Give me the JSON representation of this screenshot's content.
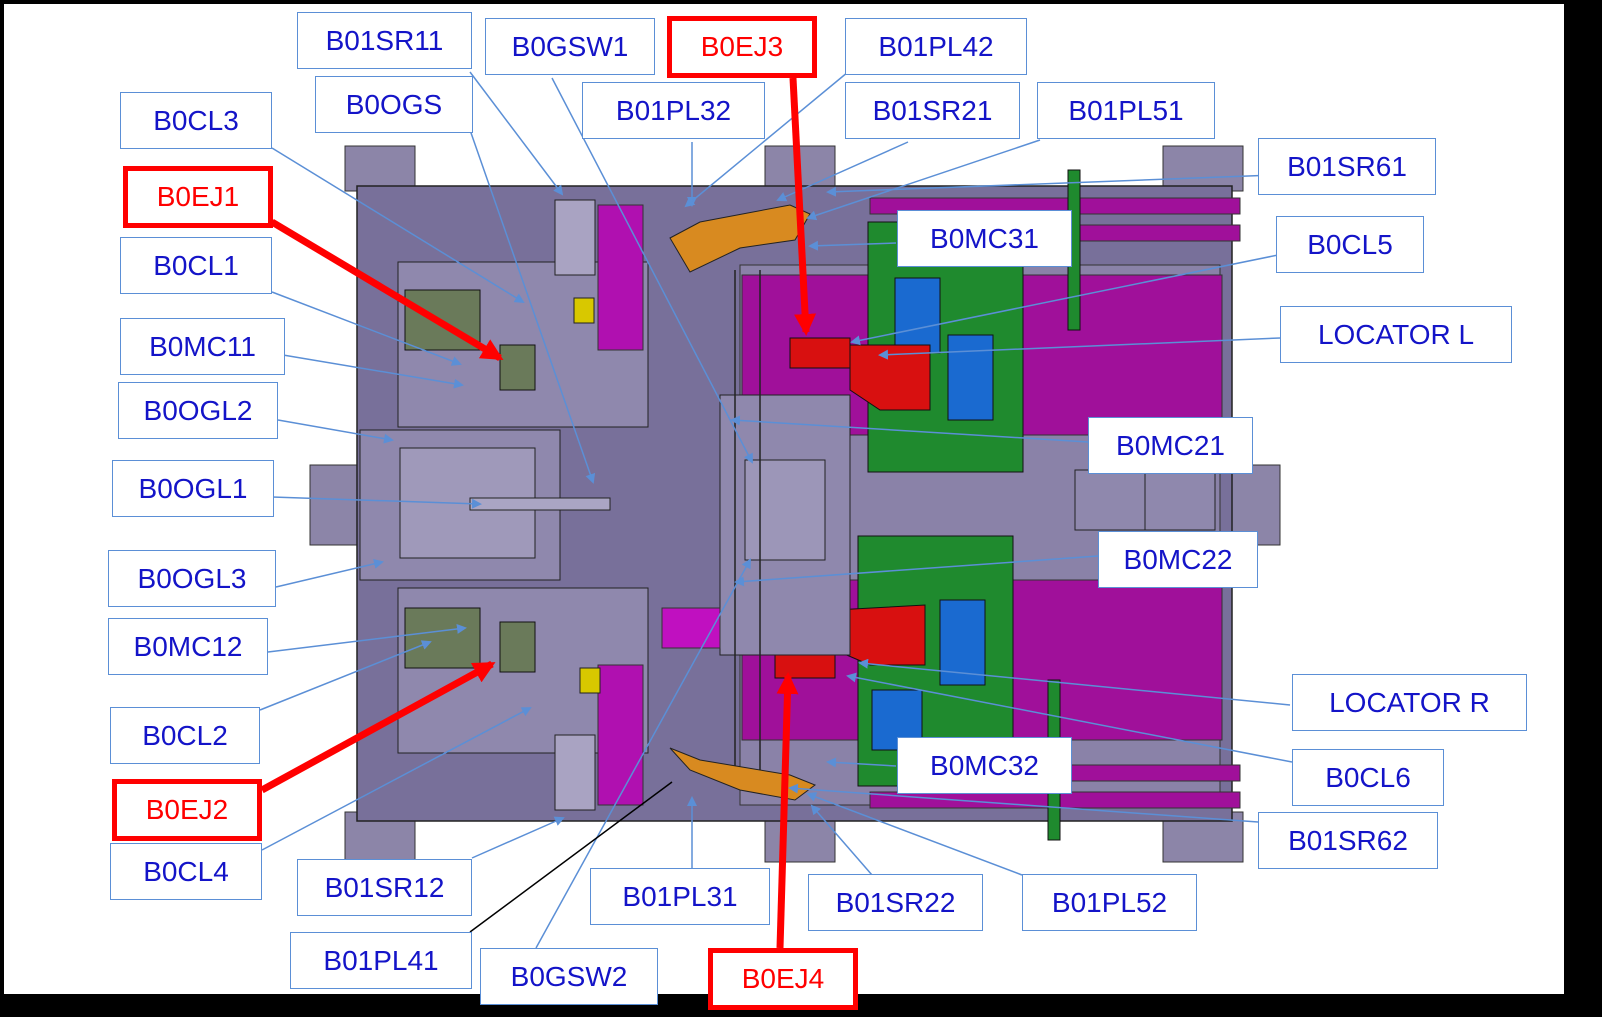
{
  "title": "",
  "colors": {
    "base_plate": "#78709a",
    "magenta": "#a0109a",
    "green": "#1f8a2e",
    "red_part": "#d81010",
    "blue_part": "#1a6ad0",
    "label_text": "#1414c8",
    "label_border": "#5b8fd6",
    "highlight": "#ff0000"
  },
  "labels": {
    "b01sr11": "B01SR11",
    "b0gsw1": "B0GSW1",
    "b0ej3": "B0EJ3",
    "b01pl42": "B01PL42",
    "b0ogs": "B0OGS",
    "b01pl32": "B01PL32",
    "b01sr21": "B01SR21",
    "b01pl51": "B01PL51",
    "b0cl3": "B0CL3",
    "b01sr61": "B01SR61",
    "b0ej1": "B0EJ1",
    "b0mc31": "B0MC31",
    "b0cl5": "B0CL5",
    "b0cl1": "B0CL1",
    "locator_l": "LOCATOR L",
    "b0mc11": "B0MC11",
    "b0ogl2": "B0OGL2",
    "b0mc21": "B0MC21",
    "b0ogl1": "B0OGL1",
    "b0mc22": "B0MC22",
    "b0ogl3": "B0OGL3",
    "b0mc12": "B0MC12",
    "locator_r": "LOCATOR R",
    "b0cl2": "B0CL2",
    "b0mc32": "B0MC32",
    "b0cl6": "B0CL6",
    "b0ej2": "B0EJ2",
    "b01sr62": "B01SR62",
    "b0cl4": "B0CL4",
    "b01sr12": "B01SR12",
    "b01pl31": "B01PL31",
    "b01sr22": "B01SR22",
    "b01pl52": "B01PL52",
    "b01pl41": "B01PL41",
    "b0gsw2": "B0GSW2",
    "b0ej4": "B0EJ4"
  }
}
